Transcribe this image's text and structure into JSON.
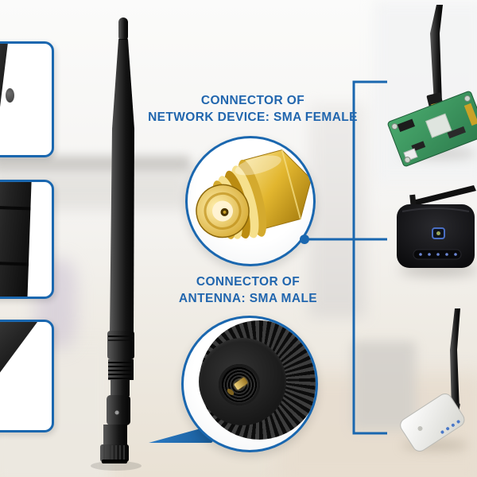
{
  "page": {
    "type": "product-infographic",
    "subject": "WiFi whip antenna with SMA connectors and compatible devices",
    "accent_blue": "#1a67af",
    "text_blue": "#2166ae",
    "background_base": "#f5f4f2"
  },
  "callouts": [
    {
      "id": "sma-female",
      "line1": "CONNECTOR OF",
      "line2": "NETWORK DEVICE: SMA FEMALE",
      "photo": "gold-sma-female-connector-photo",
      "pointer": "dot-and-line-to-device-bracket"
    },
    {
      "id": "sma-male",
      "line1": "CONNECTOR OF",
      "line2": "ANTENNA: SMA MALE",
      "photo": "black-sma-male-connector-photo",
      "pointer": "triangle-wedge-from-antenna-base"
    }
  ],
  "magnifiers": [
    {
      "id": "antenna-tip-closeup",
      "content": "upper shaft of black antenna"
    },
    {
      "id": "antenna-body-closeup",
      "content": "thick lower body of black antenna"
    },
    {
      "id": "antenna-base-closeup",
      "content": "corner of antenna base"
    }
  ],
  "main_product": {
    "id": "whip-antenna-photo",
    "description": "long black swivel whip antenna with SMA male base"
  },
  "devices": [
    {
      "id": "wifi-pcb-module-photo",
      "description": "green circuit board with attached black antenna"
    },
    {
      "id": "wireless-router-photo",
      "description": "black router with WPS button, status LEDs and top antenna"
    },
    {
      "id": "usb-wifi-adapter-photo",
      "description": "white USB wireless adapter with tall black antenna"
    }
  ],
  "bracket": {
    "connects": "SMA female connector to three compatible devices",
    "color": "#1a67af"
  }
}
